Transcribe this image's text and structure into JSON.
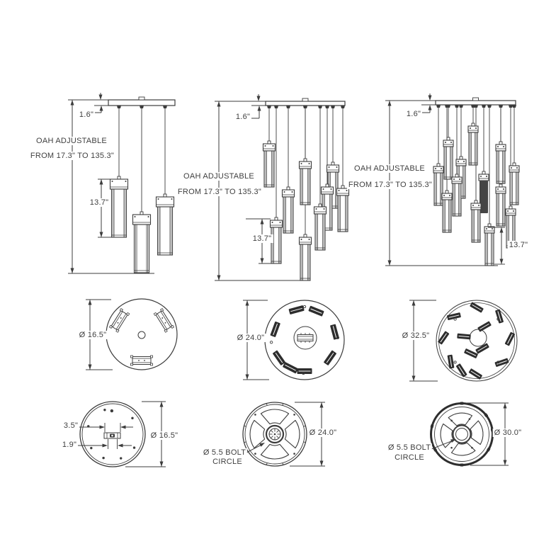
{
  "colors": {
    "line": "#3c3c3c",
    "text": "#3f3f3f",
    "background": "#ffffff"
  },
  "side_views": [
    {
      "canopy_height": "1.6\"",
      "oah_line1": "OAH ADJUSTABLE",
      "oah_line2": "FROM 17.3\" TO 135.3\"",
      "pendant_height": "13.7\""
    },
    {
      "canopy_height": "1.6\"",
      "oah_line1": "OAH ADJUSTABLE",
      "oah_line2": "FROM 17.3\" TO 135.3\"",
      "pendant_height": "13.7\""
    },
    {
      "canopy_height": "1.6\"",
      "oah_line1": "OAH ADJUSTABLE",
      "oah_line2": "FROM 17.3\" TO 135.3\"",
      "pendant_height": "13.7\""
    }
  ],
  "top_views": [
    {
      "diameter": "Ø 16.5\""
    },
    {
      "diameter": "Ø 24.0\""
    },
    {
      "diameter": "Ø 32.5\""
    }
  ],
  "bottom_views": [
    {
      "diameter": "Ø 16.5\"",
      "slot_width": "3.5\"",
      "slot_inner_width": "1.9\""
    },
    {
      "diameter": "Ø 24.0\"",
      "bolt_line1": "Ø 5.5 BOLT",
      "bolt_line2": "CIRCLE"
    },
    {
      "diameter": "Ø 30.0\"",
      "bolt_line1": "Ø 5.5 BOLT",
      "bolt_line2": "CIRCLE"
    }
  ]
}
